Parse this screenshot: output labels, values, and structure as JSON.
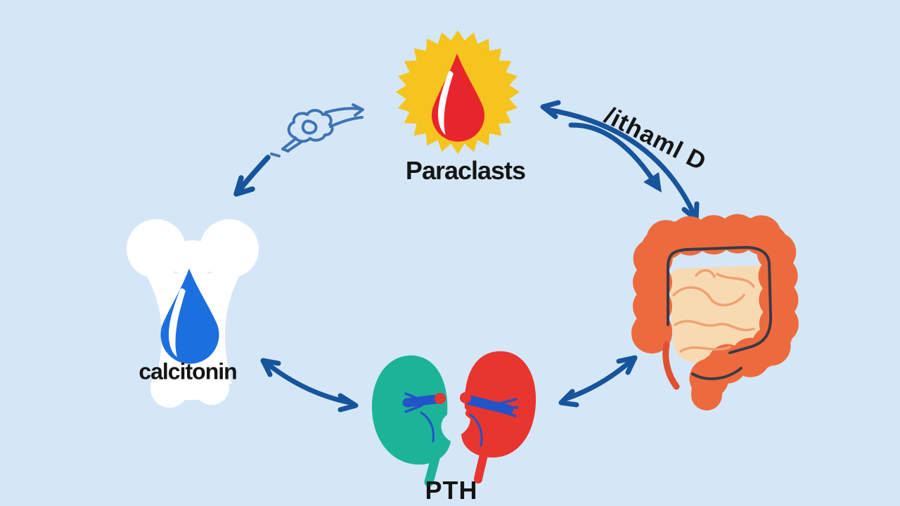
{
  "background_color": "#D5E7F7",
  "text_color": "#151515",
  "arrow_color": "#17549B",
  "doodle_color": "#3E74B5",
  "nodes": {
    "parathyroid": {
      "label": "Paraclasts",
      "icon": "sun-blood-drop-icon",
      "sun_color": "#F5C41E",
      "drop_color": "#E8242C"
    },
    "bone": {
      "label": "calcitonin",
      "icon": "bone-icon",
      "bone_color": "#FFFFFF",
      "drop_color": "#1C6FDE"
    },
    "kidneys": {
      "label": "PTH",
      "icon": "kidneys-icon",
      "left_color": "#1DB39A",
      "right_color": "#E8352F",
      "vessel_color": "#2353C8",
      "tip_color": "#E8352F"
    },
    "intestine": {
      "icon": "intestine-icon",
      "wall_color": "#EC6A3E",
      "inner_color": "#F8DAB2",
      "villi_color": "#EFA173",
      "outline_color": "#3A3A44",
      "appendix_color": "#E0502F"
    }
  },
  "annotations": {
    "vitamin_d_label": "/ithaml D"
  }
}
